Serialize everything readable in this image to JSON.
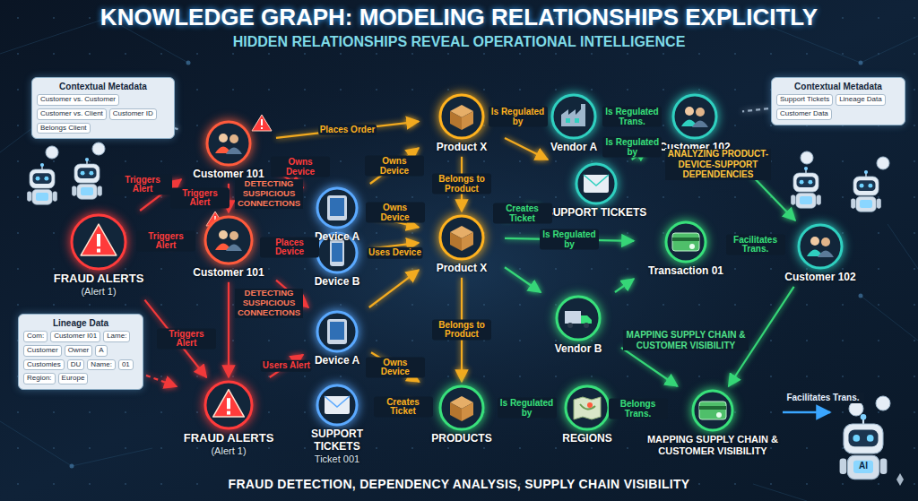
{
  "diagram": {
    "title": "KNOWLEDGE GRAPH: MODELING RELATIONSHIPS EXPLICITLY",
    "caption": "FRAUD DETECTION, DEPENDENCY ANALYSIS, SUPPLY CHAIN VISIBILITY",
    "nodes": [
      {
        "text": [
          "Contextual Metadata",
          "Customer vs. Customer",
          "Customer vs. Client",
          "Customer ID",
          "Belongs Client"
        ]
      },
      {
        "text": [
          "Customer 101"
        ]
      },
      {
        "text": [
          "Device A"
        ]
      },
      {
        "text": [
          "Product X"
        ]
      },
      {
        "text": [
          "Vendor A"
        ]
      },
      {
        "text": [
          "Customer 102"
        ]
      },
      {
        "text": [
          "Contextual Metadata",
          "Support Tickets",
          "Lineage Data",
          "Customer Data"
        ]
      },
      {
        "text": [
          "FRAUD ALERTS",
          "(Alert 1)"
        ]
      },
      {
        "text": [
          "Customer 101"
        ]
      },
      {
        "text": [
          "Device B"
        ]
      },
      {
        "text": [
          "Product X"
        ]
      },
      {
        "text": [
          "SUPPORT TICKETS"
        ]
      },
      {
        "text": [
          "Transaction 01"
        ]
      },
      {
        "text": [
          "Customer 102"
        ]
      },
      {
        "text": [
          "Lineage Data",
          "Com:",
          "Customer I01",
          "Lame:",
          "Customer",
          "Owner",
          "A",
          "Customies",
          "DU",
          "Name:",
          "01",
          "Region:",
          "Europe"
        ]
      },
      {
        "text": [
          "Device A"
        ]
      },
      {
        "text": [
          "Vendor B"
        ]
      },
      {
        "text": [
          "FRAUD ALERTS",
          "(Alert 1)"
        ]
      },
      {
        "text": [
          "SUPPORT TICKETS",
          "Ticket 001"
        ]
      },
      {
        "text": [
          "PRODUCTS"
        ]
      },
      {
        "text": [
          "REGIONS"
        ]
      },
      {
        "text": [
          "MAPPING SUPPLY CHAIN & CUSTOMER VISIBILITY"
        ]
      }
    ],
    "edges": [
      {
        "from": 0,
        "to": 1,
        "arrow": "none"
      },
      {
        "from": 1,
        "to": 3,
        "label": "Places Order",
        "arrow": "to"
      },
      {
        "from": 1,
        "to": 2,
        "label": "Owns Device",
        "arrow": "to"
      },
      {
        "from": 2,
        "to": 3,
        "label": "Owns Device",
        "arrow": "to"
      },
      {
        "from": 3,
        "to": 4,
        "label": "Is Regulated by",
        "arrow": "to"
      },
      {
        "from": 4,
        "to": 5,
        "label": "Is Regulated Trans.",
        "arrow": "to"
      },
      {
        "from": 3,
        "to": 10,
        "label": "Belongs to Product",
        "arrow": "to"
      },
      {
        "from": 3,
        "to": 11,
        "arrow": "to"
      },
      {
        "from": 11,
        "to": 5,
        "label": "Is Regulated by",
        "arrow": "to"
      },
      {
        "from": 5,
        "to": 13,
        "arrow": "to"
      },
      {
        "from": 6,
        "to": 5,
        "arrow": "none"
      },
      {
        "from": 7,
        "to": 1,
        "label": "Triggers Alert",
        "arrow": "to"
      },
      {
        "from": 1,
        "to": 8,
        "label": "Triggers Alert",
        "arrow": "to"
      },
      {
        "from": 7,
        "to": 8,
        "label": "Triggers Alert",
        "arrow": "to"
      },
      {
        "from": 8,
        "to": 9,
        "label": "Places Device",
        "arrow": "to"
      },
      {
        "from": 2,
        "to": 10,
        "label": "Owns Device",
        "arrow": "to"
      },
      {
        "from": 9,
        "to": 10,
        "label": "Uses Device",
        "arrow": "to"
      },
      {
        "from": 10,
        "to": 11,
        "label": "Creates Ticket",
        "arrow": "to"
      },
      {
        "from": 10,
        "to": 12,
        "label": "Is Regulated by",
        "arrow": "to"
      },
      {
        "from": 12,
        "to": 13,
        "label": "Facilitates Trans.",
        "arrow": "to"
      },
      {
        "from": 10,
        "to": 16,
        "arrow": "to"
      },
      {
        "from": 10,
        "to": 19,
        "label": "Belongs to Product",
        "arrow": "to"
      },
      {
        "from": 16,
        "to": 12,
        "arrow": "to"
      },
      {
        "from": 8,
        "to": 15,
        "arrow": "to"
      },
      {
        "from": 8,
        "to": 17,
        "arrow": "to"
      },
      {
        "from": 7,
        "to": 17,
        "label": "Triggers Alert",
        "arrow": "to"
      },
      {
        "from": 14,
        "to": 17,
        "arrow": "to"
      },
      {
        "from": 15,
        "to": 10,
        "arrow": "to"
      },
      {
        "from": 17,
        "to": 15,
        "label": "Users Alert",
        "arrow": "to"
      },
      {
        "from": 15,
        "to": 19,
        "label": "Owns Device",
        "arrow": "to"
      },
      {
        "from": 18,
        "to": 19,
        "label": "Creates Ticket",
        "arrow": "to"
      },
      {
        "from": 19,
        "to": 20,
        "label": "Is Regulated by",
        "arrow": "to"
      },
      {
        "from": 20,
        "to": 21,
        "label": "Belongs Trans.",
        "arrow": "to"
      },
      {
        "from": 16,
        "to": 21,
        "arrow": "to"
      },
      {
        "from": 13,
        "to": 21,
        "arrow": "to"
      }
    ],
    "labels": [
      "HIDDEN RELATIONSHIPS REVEAL OPERATIONAL INTELLIGENCE",
      "DETECTING SUSPICIOUS CONNECTIONS",
      "DETECTING SUSPICIOUS CONNECTIONS",
      "ANALYZING PRODUCT-DEVICE-SUPPORT DEPENDENCIES",
      "MAPPING SUPPLY CHAIN & CUSTOMER VISIBILITY",
      "Facilitates Trans.",
      "AI"
    ]
  }
}
